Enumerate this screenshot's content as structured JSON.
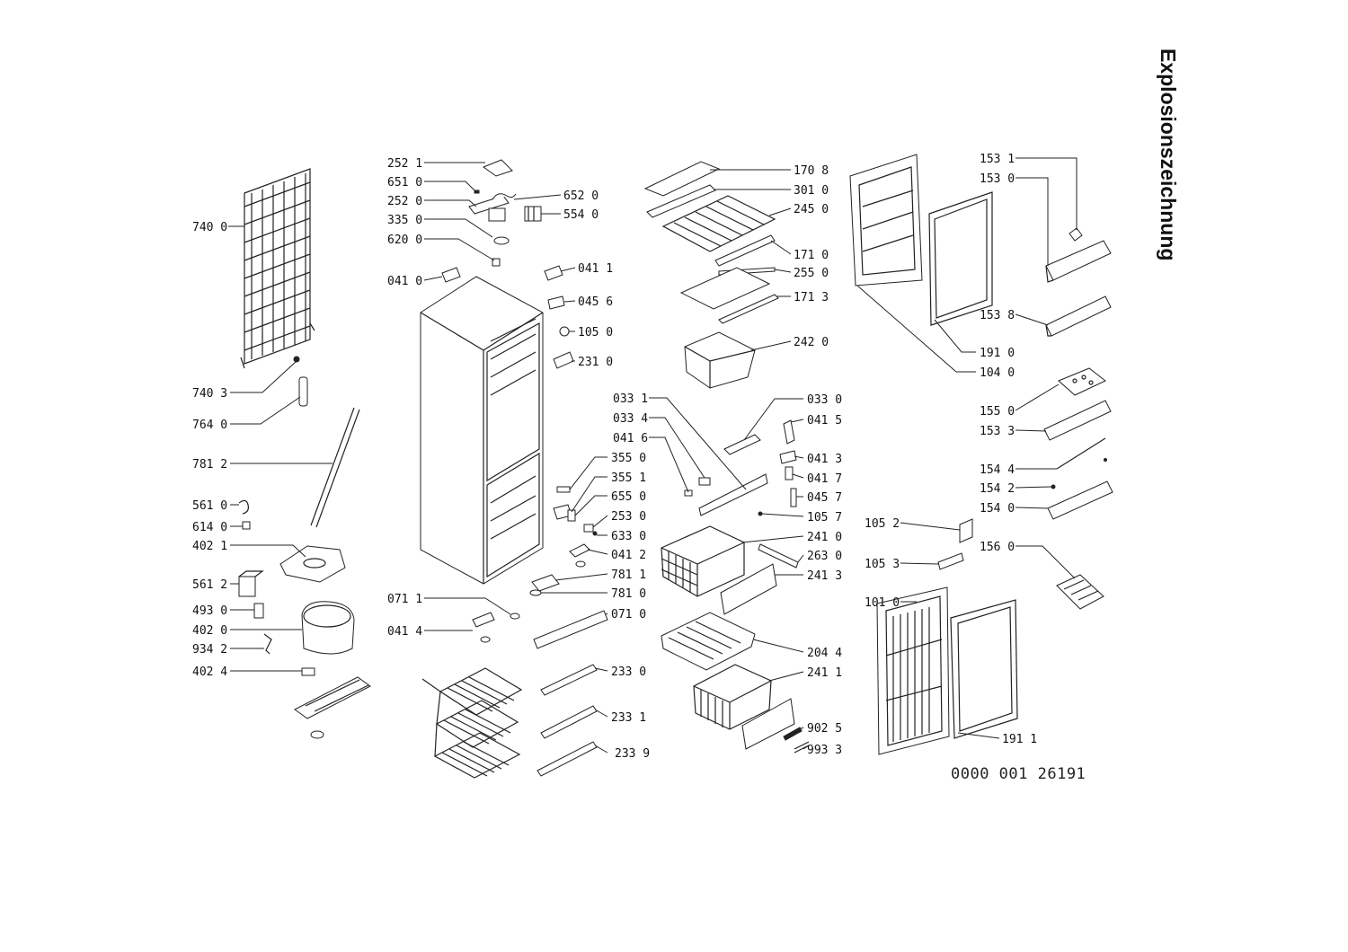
{
  "title": "Explosionszeichnung",
  "document_number": "0000 001 26191",
  "parts": {
    "p740_0": "740 0",
    "p740_3": "740 3",
    "p764_0": "764 0",
    "p781_2": "781 2",
    "p561_0": "561 0",
    "p614_0": "614 0",
    "p402_1": "402 1",
    "p561_2": "561 2",
    "p493_0": "493 0",
    "p402_0": "402 0",
    "p934_2": "934 2",
    "p402_4": "402 4",
    "p252_1": "252 1",
    "p651_0": "651 0",
    "p252_0": "252 0",
    "p335_0": "335 0",
    "p620_0": "620 0",
    "p041_0": "041 0",
    "p652_0": "652 0",
    "p554_0": "554 0",
    "p041_1": "041 1",
    "p045_6": "045 6",
    "p105_0": "105 0",
    "p231_0": "231 0",
    "p355_0": "355 0",
    "p355_1": "355 1",
    "p655_0": "655 0",
    "p253_0": "253 0",
    "p633_0": "633 0",
    "p041_2": "041 2",
    "p781_1": "781 1",
    "p781_0": "781 0",
    "p071_1": "071 1",
    "p071_0": "071 0",
    "p041_4": "041 4",
    "p233_0": "233 0",
    "p233_1": "233 1",
    "p233_9": "233 9",
    "p170_8": "170 8",
    "p301_0": "301 0",
    "p245_0": "245 0",
    "p171_0": "171 0",
    "p255_0": "255 0",
    "p171_3": "171 3",
    "p242_0": "242 0",
    "p033_1": "033 1",
    "p033_4": "033 4",
    "p041_6": "041 6",
    "p033_0": "033 0",
    "p041_5": "041 5",
    "p041_3": "041 3",
    "p041_7": "041 7",
    "p045_7": "045 7",
    "p105_7": "105 7",
    "p241_0": "241 0",
    "p263_0": "263 0",
    "p241_3": "241 3",
    "p204_4": "204 4",
    "p241_1": "241 1",
    "p902_5": "902 5",
    "p993_3": "993 3",
    "p191_0": "191 0",
    "p104_0": "104 0",
    "p105_2": "105 2",
    "p105_3": "105 3",
    "p101_0": "101 0",
    "p191_1": "191 1",
    "p153_1": "153 1",
    "p153_0": "153 0",
    "p153_8": "153 8",
    "p155_0": "155 0",
    "p153_3": "153 3",
    "p154_4": "154 4",
    "p154_2": "154 2",
    "p154_0": "154 0",
    "p156_0": "156 0"
  }
}
